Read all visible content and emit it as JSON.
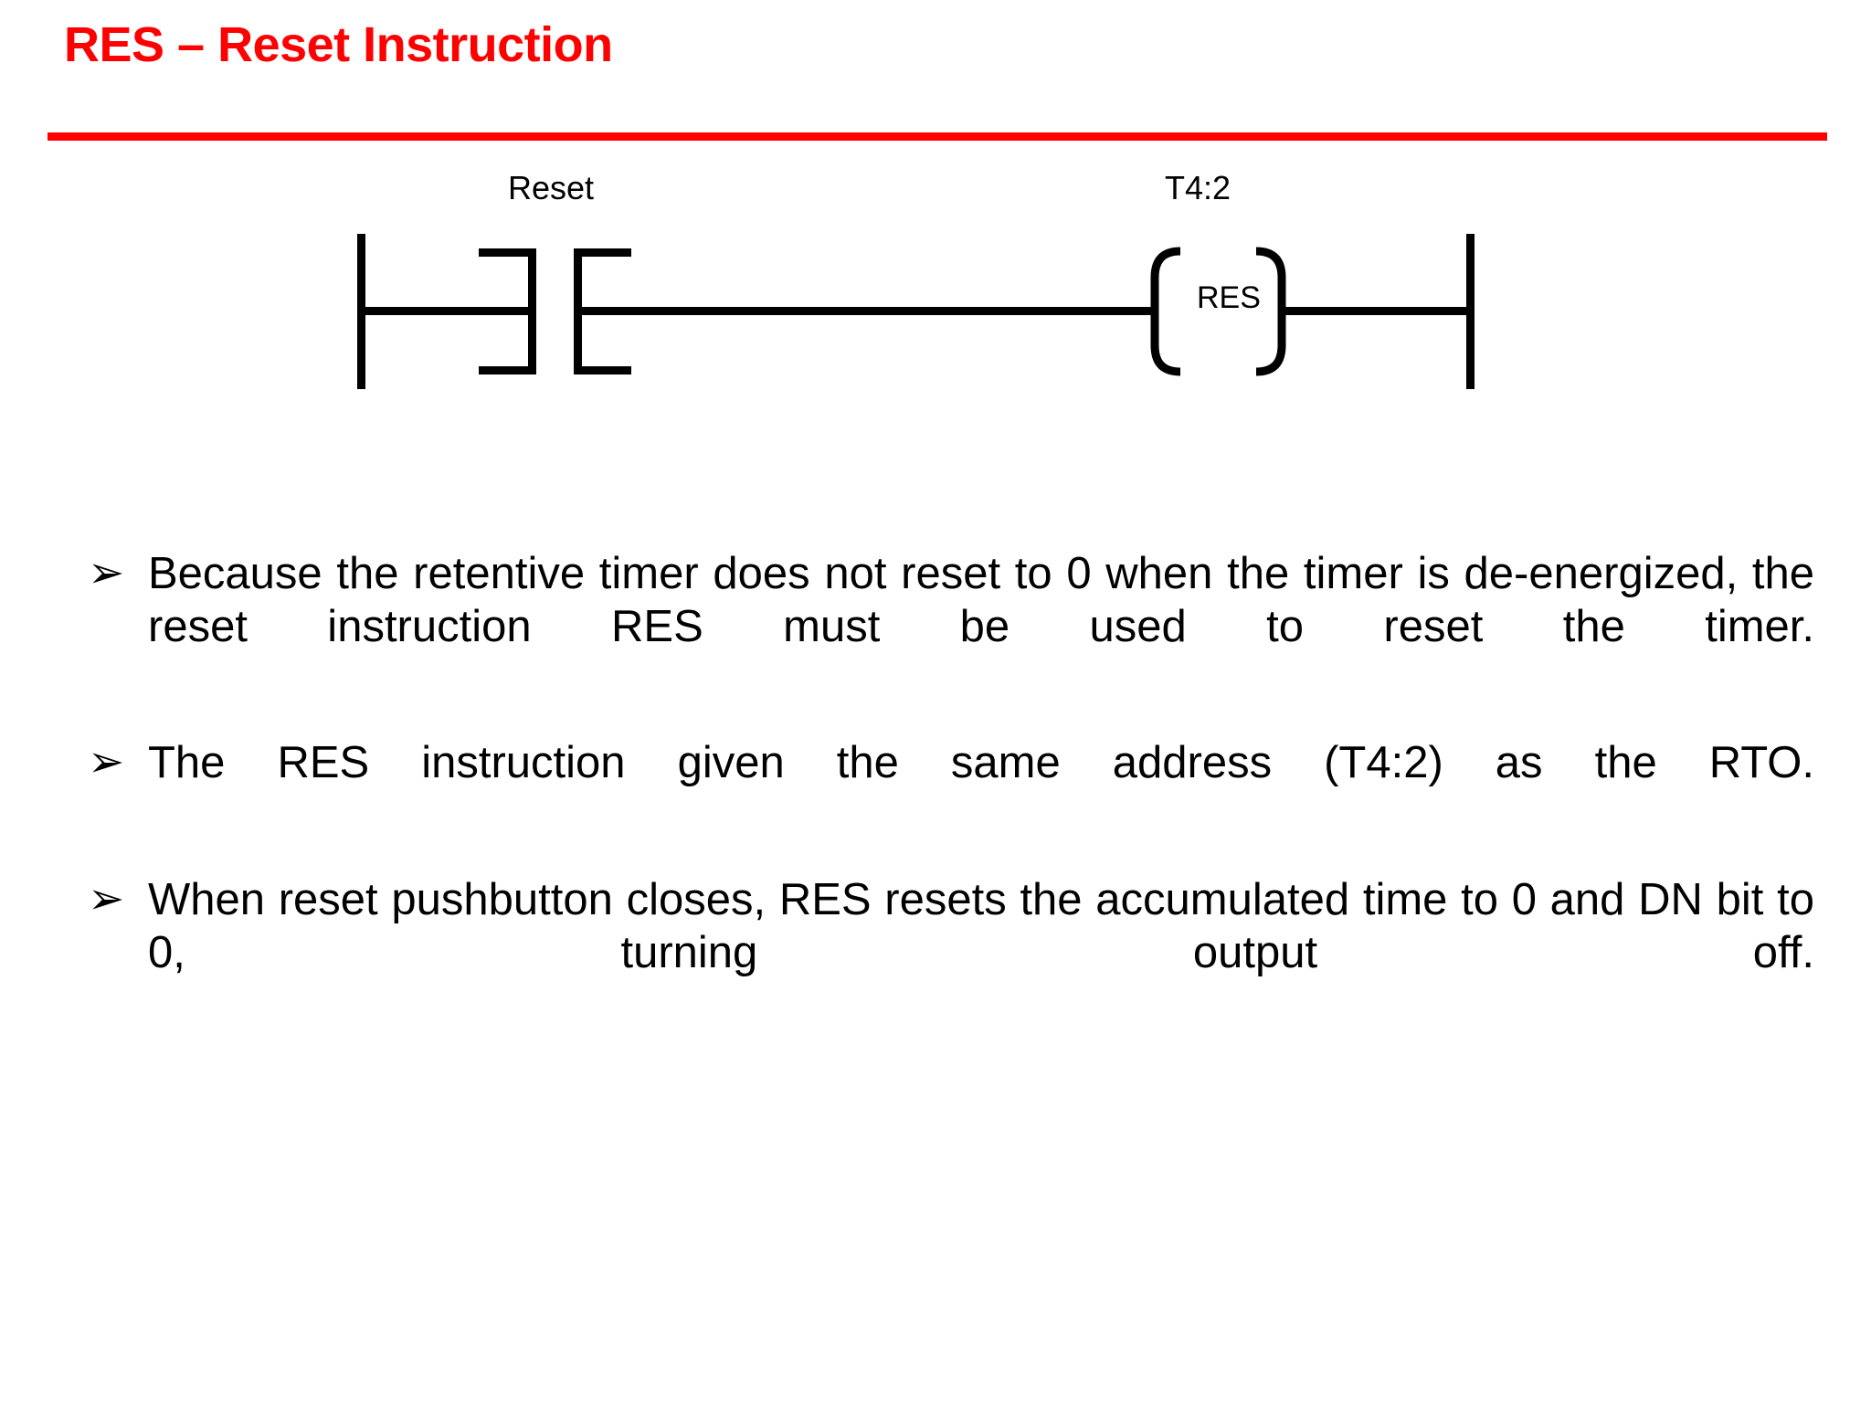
{
  "slide": {
    "title": "RES – Reset Instruction",
    "accent_color": "#ff0000",
    "text_color": "#000000",
    "background_color": "#ffffff"
  },
  "ladder_diagram": {
    "contact": {
      "label": "Reset",
      "type": "normally-open-contact"
    },
    "coil": {
      "label": "T4:2",
      "instruction": "RES",
      "type": "reset-coil"
    },
    "rails": {
      "left": "left-power-rail",
      "right": "right-power-rail"
    }
  },
  "bullets": [
    {
      "marker": "➢",
      "text": "Because the retentive timer does not reset to 0 when the timer is de-energized, the reset instruction RES must be used to reset the timer."
    },
    {
      "marker": "➢",
      "text": "The RES instruction given the same address (T4:2) as the RTO."
    },
    {
      "marker": "➢",
      "text": "When reset pushbutton closes, RES resets the accumulated time to 0 and DN bit to 0, turning output off."
    }
  ]
}
